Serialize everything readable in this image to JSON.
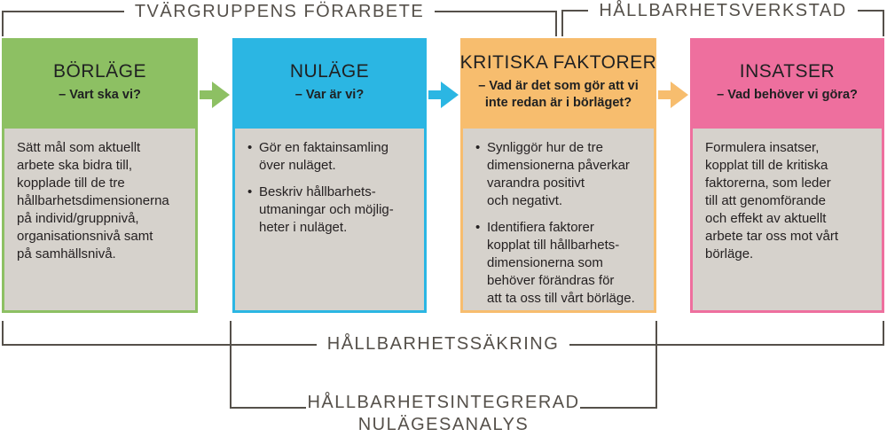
{
  "top_brackets": [
    {
      "label": "TVÄRGRUPPENS FÖRARBETE"
    },
    {
      "label": "HÅLLBARHETSVERKSTAD"
    }
  ],
  "columns": [
    {
      "title": "BÖRLÄGE",
      "subtitle": "– Vart ska vi?",
      "body": "Sätt mål som aktuellt\narbete ska bidra till,\nkopplade till de tre\nhållbarhetsdimensionerna\npå individ/gruppnivå,\norganisationsnivå samt\npå samhällsnivå.",
      "color": "#8dc063"
    },
    {
      "title": "NULÄGE",
      "subtitle": "– Var är vi?",
      "bullets": [
        "Gör en faktainsamling\növer nuläget.",
        "Beskriv hållbarhets-\nutmaningar och möjlig-\nheter i nuläget."
      ],
      "color": "#2bb6e3"
    },
    {
      "title": "KRITISKA FAKTORER",
      "subtitle": "– Vad är det som gör att vi\ninte redan är i börläget?",
      "bullets": [
        "Synliggör hur de tre\ndimensionerna påverkar\nvarandra positivt\noch negativt.",
        "Identifiera faktorer\nkopplat till hållbarhets-\ndimensionerna som\nbehöver förändras för\natt ta oss till vårt börläge."
      ],
      "color": "#f7bd6e"
    },
    {
      "title": "INSATSER",
      "subtitle": "– Vad behöver vi göra?",
      "body": "Formulera insatser,\nkopplat till de kritiska\nfaktorerna, som leder\ntill att genomförande\noch effekt av aktuellt\narbete tar oss mot vårt\nbörläge.",
      "color": "#ee6f9e"
    }
  ],
  "bottom_brackets": [
    {
      "label": "HÅLLBARHETSSÄKRING"
    },
    {
      "label": "HÅLLBARHETSINTEGRERAD\nNULÄGESANALYS"
    }
  ],
  "glyphs": {
    "bullet": "•"
  },
  "colors": {
    "line": "#55504a",
    "text": "#252122",
    "body_bg": "#d6d2cc",
    "green": "#8dc063",
    "blue": "#2bb6e3",
    "orange": "#f7bd6e",
    "pink": "#ee6f9e"
  }
}
